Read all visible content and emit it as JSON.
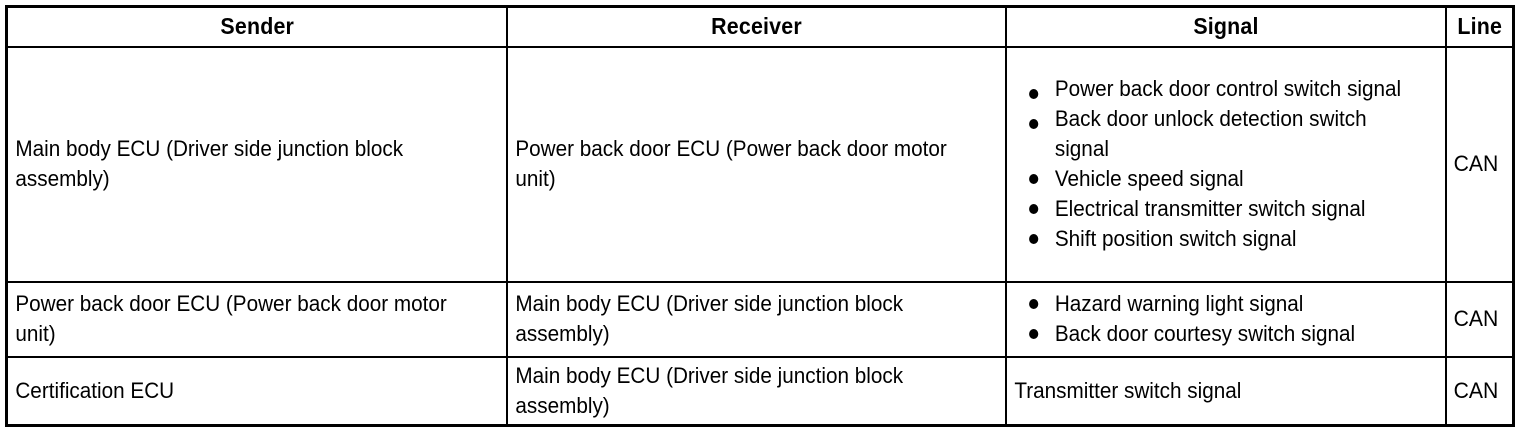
{
  "table": {
    "columns": [
      {
        "key": "sender",
        "label": "Sender"
      },
      {
        "key": "receiver",
        "label": "Receiver"
      },
      {
        "key": "signal",
        "label": "Signal"
      },
      {
        "key": "line",
        "label": "Line"
      }
    ],
    "rows": [
      {
        "sender": "Main body ECU (Driver side junction block assembly)",
        "receiver": "Power back door ECU (Power back door motor unit)",
        "signals": [
          "Power back door control switch signal",
          "Back door unlock detection switch signal",
          "Vehicle speed signal",
          "Electrical transmitter switch signal",
          "Shift position switch signal"
        ],
        "line": "CAN"
      },
      {
        "sender": "Power back door ECU (Power back door motor unit)",
        "receiver": "Main body ECU (Driver side junction block assembly)",
        "signals": [
          "Hazard warning light signal",
          "Back door courtesy switch signal"
        ],
        "line": "CAN"
      },
      {
        "sender": "Certification ECU",
        "receiver": "Main body ECU (Driver side junction block assembly)",
        "signals": [
          "Transmitter switch signal"
        ],
        "line": "CAN"
      }
    ]
  },
  "style": {
    "border_color": "#000000",
    "background": "#ffffff",
    "text_color": "#000000",
    "bullet_glyph": "bullet-dot-icon"
  }
}
